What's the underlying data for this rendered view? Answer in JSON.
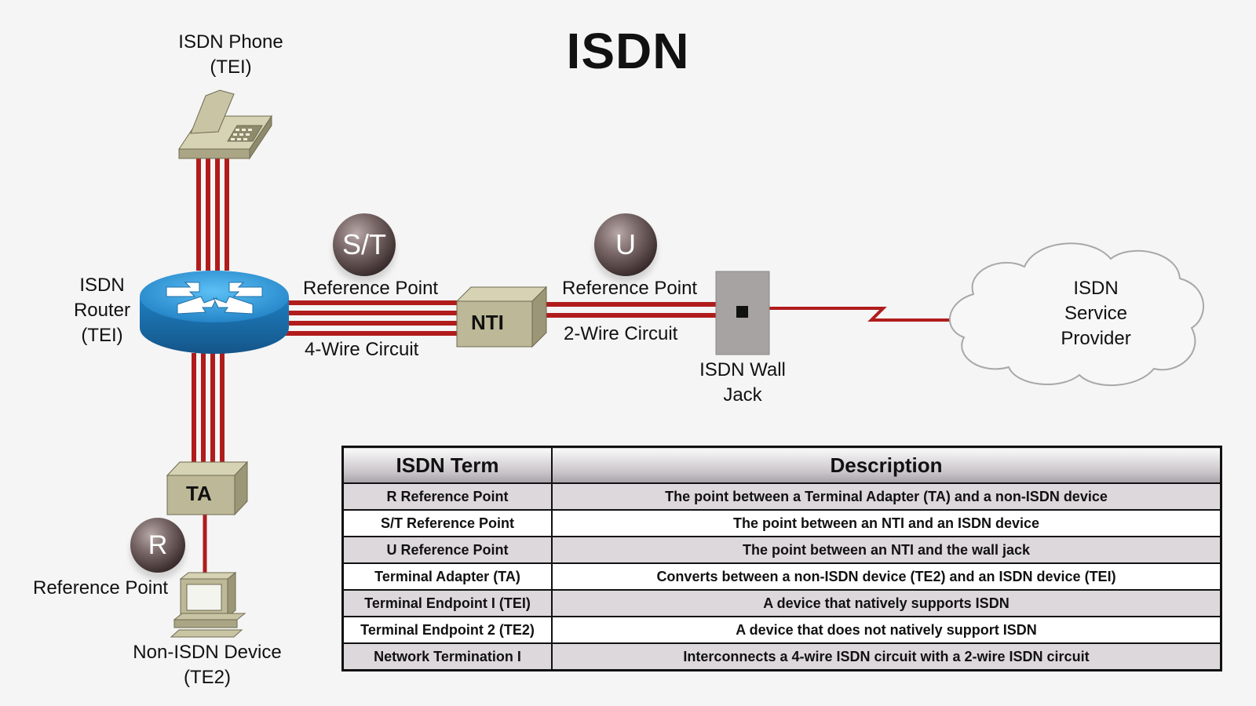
{
  "title": "ISDN",
  "labels": {
    "phone_line1": "ISDN Phone",
    "phone_line2": "(TEI)",
    "router_line1": "ISDN",
    "router_line2": "Router",
    "router_line3": "(TEI)",
    "st_ref": "Reference Point",
    "four_wire": "4-Wire Circuit",
    "nt1": "NTI",
    "u_ref": "Reference Point",
    "two_wire": "2-Wire Circuit",
    "wall_jack_line1": "ISDN Wall",
    "wall_jack_line2": "Jack",
    "provider_line1": "ISDN",
    "provider_line2": "Service",
    "provider_line3": "Provider",
    "ta": "TA",
    "r_ref": "Reference Point",
    "device_line1": "Non-ISDN Device",
    "device_line2": "(TE2)"
  },
  "ref_points": {
    "st": "S/T",
    "u": "U",
    "r": "R"
  },
  "table": {
    "headers": [
      "ISDN Term",
      "Description"
    ],
    "rows": [
      [
        "R Reference Point",
        "The point between a Terminal Adapter (TA) and a non-ISDN device"
      ],
      [
        "S/T Reference Point",
        "The point between an NTI and an ISDN device"
      ],
      [
        "U Reference Point",
        "The point between an NTI and the wall jack"
      ],
      [
        "Terminal Adapter (TA)",
        "Converts between a non-ISDN device (TE2) and an ISDN device (TEI)"
      ],
      [
        "Terminal Endpoint I (TEI)",
        "A device that natively supports ISDN"
      ],
      [
        "Terminal Endpoint 2 (TE2)",
        "A device that does not natively support ISDN"
      ],
      [
        "Network Termination I",
        "Interconnects a 4-wire ISDN circuit with a 2-wire ISDN circuit"
      ]
    ]
  },
  "colors": {
    "wire": "#b01c1c",
    "router_top": "#2f9ee0",
    "router_side": "#1c6fa8",
    "box_face": "#bdb897",
    "box_top": "#d6d2b4",
    "box_side": "#9a9676",
    "wall_jack": "#a7a3a3"
  },
  "icons": {
    "phone": "telephone-icon",
    "router": "router-icon",
    "cloud": "cloud-icon",
    "computer": "computer-icon"
  }
}
